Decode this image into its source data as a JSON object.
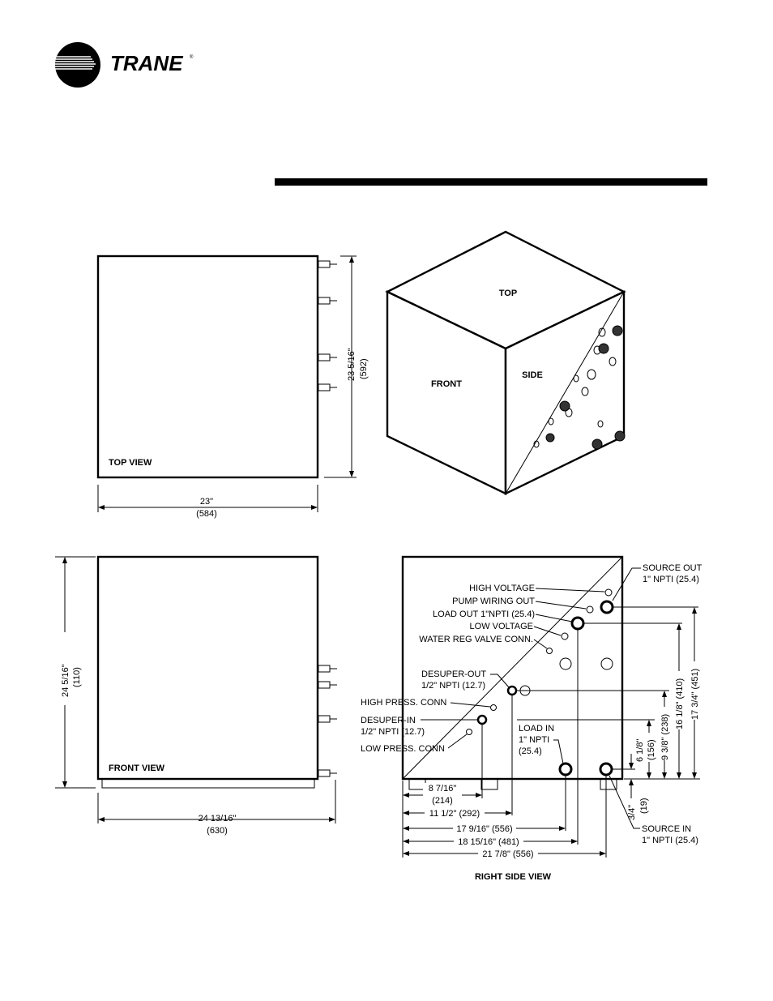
{
  "brand": {
    "name": "TRANE",
    "mark": "®"
  },
  "top_view": {
    "title": "TOP VIEW",
    "width_in": "23\"",
    "width_mm": "(584)",
    "depth_in": "23 5/16\"",
    "depth_mm": "(592)"
  },
  "iso_view": {
    "top": "TOP",
    "front": "FRONT",
    "side": "SIDE"
  },
  "front_view": {
    "title": "FRONT VIEW",
    "height_in": "24 5/16\"",
    "height_mm": "(110)",
    "width": "24 13/16\"",
    "width_mm": "(630)"
  },
  "right_side_view": {
    "title": "RIGHT SIDE VIEW",
    "labels": {
      "source_out_1": "SOURCE OUT",
      "source_out_2": "1\" NPTI (25.4)",
      "high_voltage": "HIGH VOLTAGE",
      "pump_wiring_out": "PUMP WIRING OUT",
      "load_out": "LOAD OUT 1\"NPTI (25.4)",
      "low_voltage": "LOW VOLTAGE",
      "water_reg": "WATER REG VALVE CONN.",
      "desuper_out_1": "DESUPER-OUT",
      "desuper_out_2": "1/2\" NPTI (12.7)",
      "high_press": "HIGH PRESS. CONN",
      "desuper_in_1": "DESUPER-IN",
      "desuper_in_2": "1/2\" NPTI (12.7)",
      "low_press": "LOW PRESS. CONN",
      "load_in_1": "LOAD IN",
      "load_in_2": "1\" NPTI",
      "load_in_3": "(25.4)",
      "source_in_1": "SOURCE IN",
      "source_in_2": "1\" NPTI (25.4)"
    },
    "horizontal_dims": {
      "d1a": "8 7/16\"",
      "d1b": "(214)",
      "d2": "11 1/2\" (292)",
      "d3": "17 9/16\" (556)",
      "d4": "18 15/16\" (481)",
      "d5": "21 7/8\" (556)"
    },
    "vertical_dims": {
      "v1": "3/4\"",
      "v1b": "(19)",
      "v2": "6 1/8\"",
      "v2b": "(156)",
      "v3": "9 3/8\" (238)",
      "v4": "16 1/8\" (410)",
      "v5": "17 3/4\" (451)"
    }
  }
}
